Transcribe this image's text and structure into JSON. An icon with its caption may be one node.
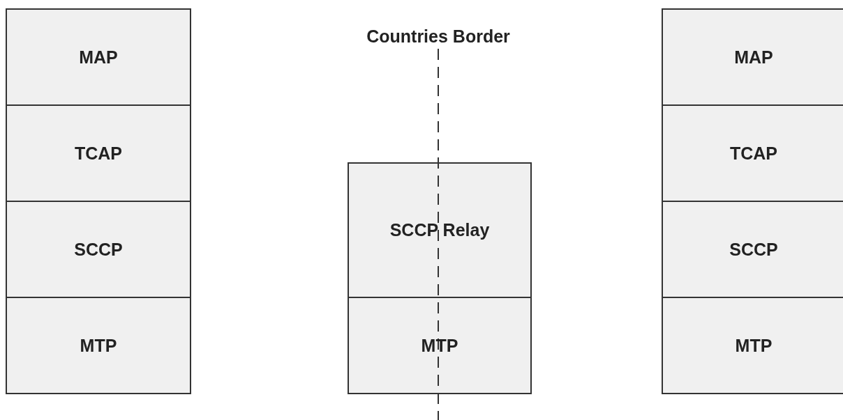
{
  "diagram": {
    "nodes": [
      {
        "text": [
          "MAP"
        ]
      },
      {
        "text": [
          "TCAP"
        ]
      },
      {
        "text": [
          "SCCP"
        ]
      },
      {
        "text": [
          "MTP"
        ]
      },
      {
        "text": [
          "SCCP Relay"
        ]
      },
      {
        "text": [
          "MTP"
        ]
      },
      {
        "text": [
          "MAP"
        ]
      },
      {
        "text": [
          "TCAP"
        ]
      },
      {
        "text": [
          "SCCP"
        ]
      },
      {
        "text": [
          "MTP"
        ]
      }
    ],
    "edges": [],
    "labels": [
      "Countries Border"
    ]
  }
}
